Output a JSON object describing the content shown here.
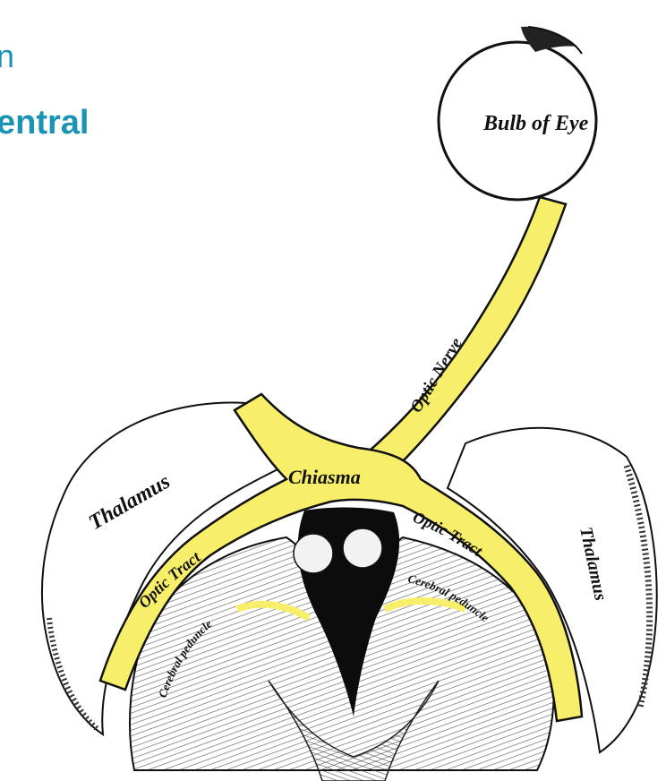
{
  "heading": {
    "line1": "n",
    "line2": "entral"
  },
  "labels": {
    "bulb": "Bulb of Eye",
    "optic_nerve": "Optic Nerve",
    "chiasma": "Chiasma",
    "thalamus_left": "Thalamus",
    "thalamus_right": "Thalamus",
    "optic_tract_left": "Optic Tract",
    "optic_tract_right": "Optic Tract",
    "peduncle_left": "Cerebral peduncle",
    "peduncle_right": "Cerebral peduncle"
  },
  "colors": {
    "nerve": "#f7ee6a",
    "heading": "#1a93b5",
    "ink": "#111111"
  }
}
